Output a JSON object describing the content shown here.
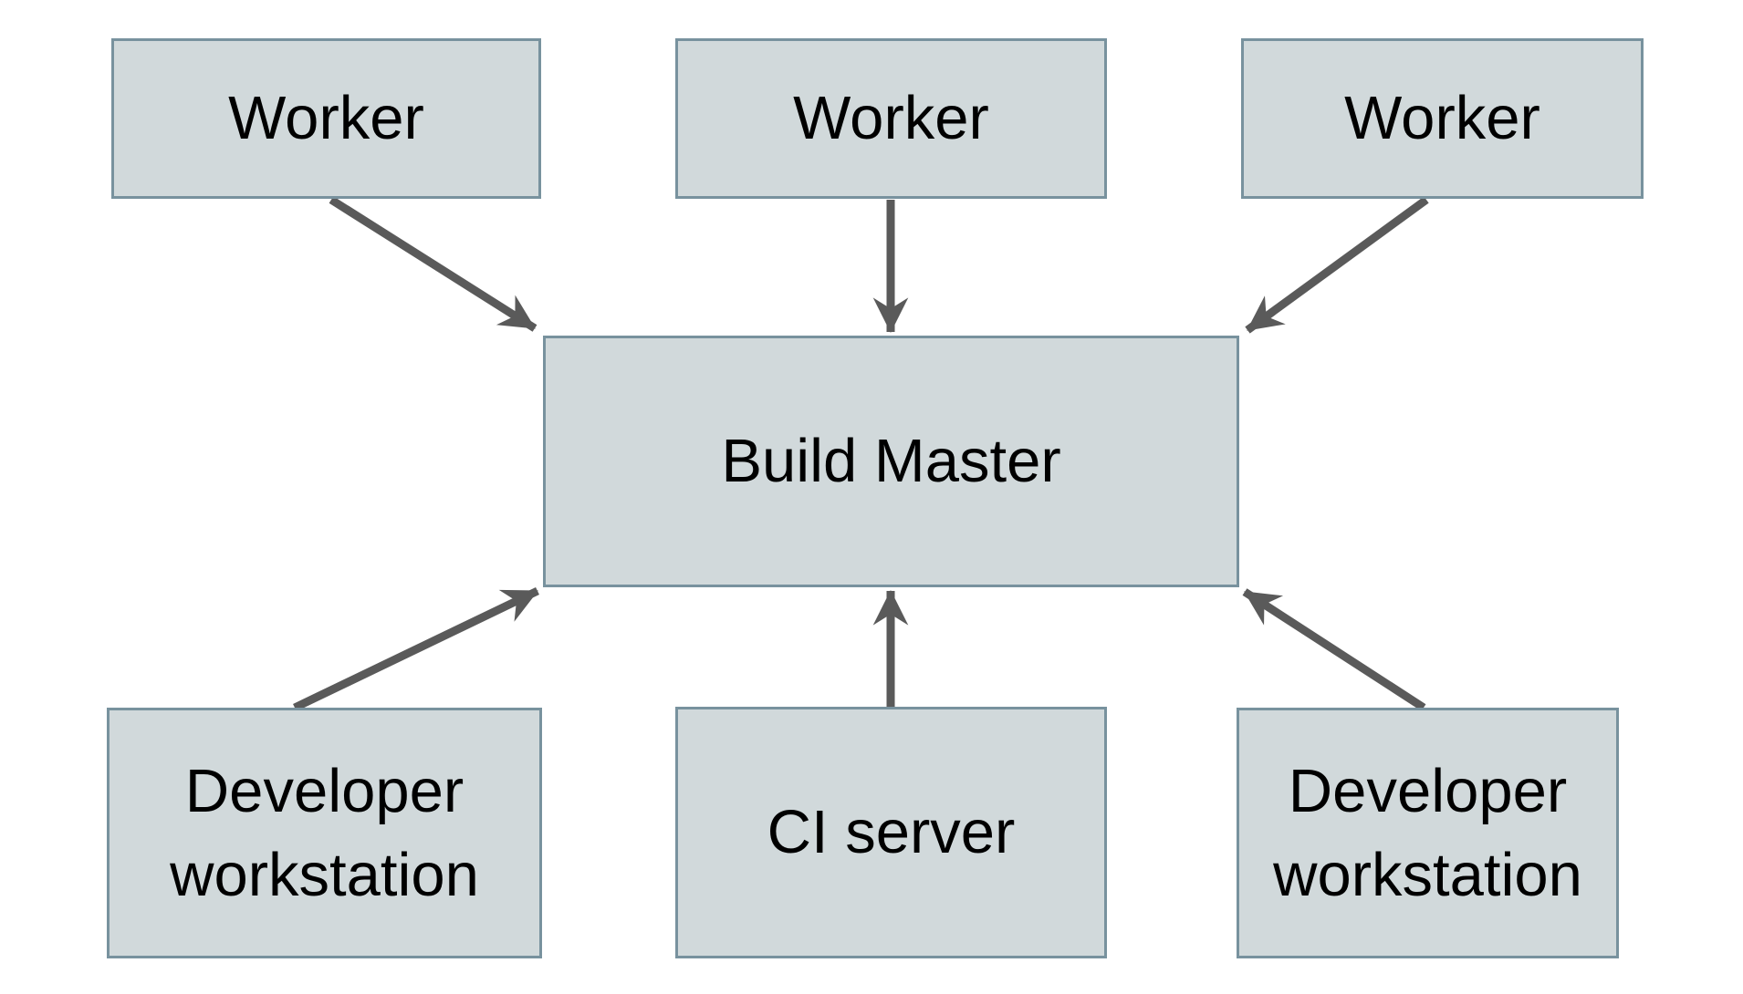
{
  "diagram": {
    "colors": {
      "background": "#ffffff",
      "node_fill": "#d1d9db",
      "node_border": "#78929e",
      "arrow": "#5a5a5a",
      "text": "#000000"
    },
    "nodes": [
      {
        "id": "worker-1",
        "label": "Worker"
      },
      {
        "id": "worker-2",
        "label": "Worker"
      },
      {
        "id": "worker-3",
        "label": "Worker"
      },
      {
        "id": "build-master",
        "label": "Build Master"
      },
      {
        "id": "dev-workstation-1",
        "label": "Developer workstation"
      },
      {
        "id": "ci-server",
        "label": "CI server"
      },
      {
        "id": "dev-workstation-2",
        "label": "Developer workstation"
      }
    ],
    "edges": [
      {
        "from": "worker-1",
        "to": "build-master",
        "direction": "into-build-master"
      },
      {
        "from": "worker-2",
        "to": "build-master",
        "direction": "into-build-master"
      },
      {
        "from": "worker-3",
        "to": "build-master",
        "direction": "into-build-master"
      },
      {
        "from": "dev-workstation-1",
        "to": "build-master",
        "direction": "into-build-master"
      },
      {
        "from": "ci-server",
        "to": "build-master",
        "direction": "into-build-master"
      },
      {
        "from": "dev-workstation-2",
        "to": "build-master",
        "direction": "into-build-master"
      }
    ]
  }
}
